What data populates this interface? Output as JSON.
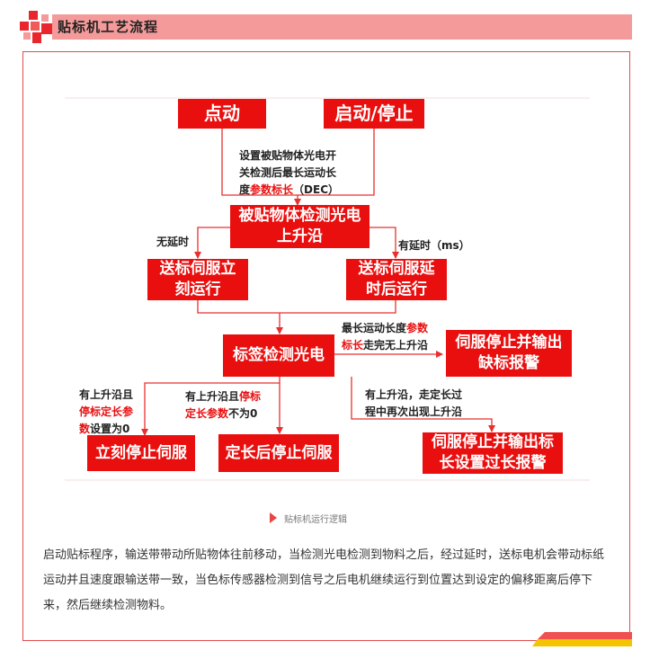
{
  "header": {
    "title": "贴标机工艺流程"
  },
  "flow": {
    "jog": "点动",
    "start_stop": "启动/停止",
    "note_set_1": "设置被贴物体光电开",
    "note_set_2": "关检测后最长运动长",
    "note_set_3a": "度",
    "note_set_3b": "参数标长",
    "note_set_3c": "（DEC）",
    "sensor_1": "被贴物体检测光电",
    "sensor_2": "上升沿",
    "no_delay": "无延时",
    "with_delay": "有延时（ms）",
    "servo_now_1": "送标伺服立",
    "servo_now_2": "刻运行",
    "servo_delay_1": "送标伺服延",
    "servo_delay_2": "时后运行",
    "label_sensor": "标签检测光电",
    "max_len_1a": "最长运动长度",
    "max_len_1b": "参数",
    "max_len_2a": "标长",
    "max_len_2b": "走完无上升沿",
    "alarm_missing_1": "伺服停止并输出",
    "alarm_missing_2": "缺标报警",
    "cond_zero_1": "有上升沿且",
    "cond_zero_2": "停标定长参",
    "cond_zero_3a": "数",
    "cond_zero_3b": "设置为0",
    "cond_nonzero_1a": "有上升沿且",
    "cond_nonzero_1b": "停标",
    "cond_nonzero_2a": "定长参数",
    "cond_nonzero_2b": "不为0",
    "cond_again_1": "有上升沿，走定长过",
    "cond_again_2": "程中再次出现上升沿",
    "stop_now": "立刻停止伺服",
    "stop_after": "定长后停止伺服",
    "alarm_long_1": "伺服停止并输出标",
    "alarm_long_2": "长设置过长报警"
  },
  "caption": "贴标机运行逻辑",
  "description": "启动贴标程序，输送带带动所贴物体往前移动，当检测光电检测到物料之后，经过延时，送标电机会带动标纸运动并且速度跟输送带一致，当色标传感器检测到信号之后电机继续运行到位置达到设定的偏移距离后停下来，然后继续检测物料。",
  "colors": {
    "accent": "#ea0f0f",
    "header_bar": "#f59a9a",
    "frame": "#e24c4c",
    "line": "#e83030"
  }
}
